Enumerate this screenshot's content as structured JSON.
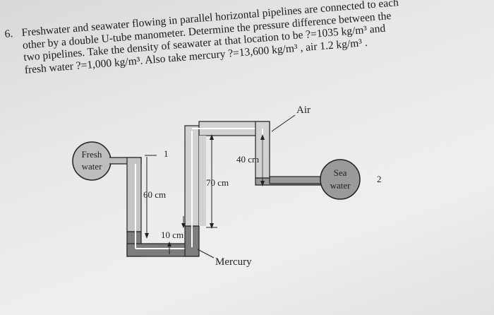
{
  "problem": {
    "number": "6.",
    "lines": [
      "Freshwater and seawater flowing in parallel horizontal pipelines are connected to each",
      "other by a double U-tube manometer. Determine the pressure difference between the",
      "two pipelines. Take the density of seawater at that location to be ?=1035 kg/m³ and",
      "fresh water ?=1,000 kg/m³. Also take mercury ?=13,600 kg/m³ , air 1.2 kg/m³ ."
    ]
  },
  "diagram": {
    "fresh_water_label_1": "Fresh",
    "fresh_water_label_2": "water",
    "sea_water_label_1": "Sea",
    "sea_water_label_2": "water",
    "point_1": "1",
    "point_2": "2",
    "air_label": "Air",
    "mercury_label": "Mercury",
    "dim_60": "60 cm",
    "dim_70": "70 cm",
    "dim_40": "40 cm",
    "dim_10": "10 cm"
  }
}
